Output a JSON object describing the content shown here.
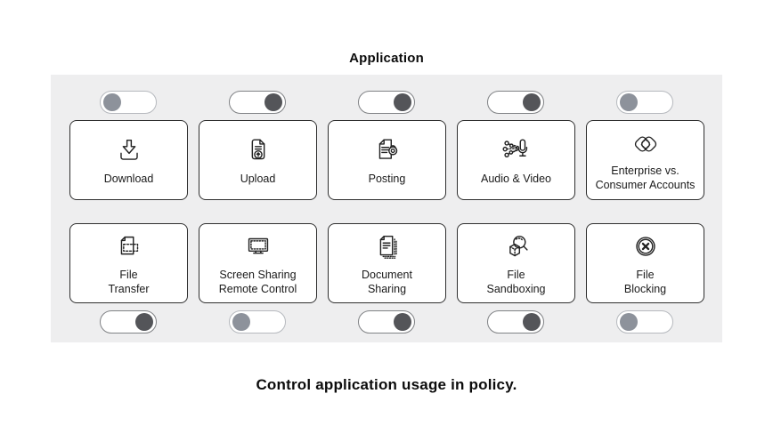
{
  "header": {
    "title": "Application"
  },
  "caption": "Control application usage in policy.",
  "colors": {
    "panel_bg": "#eeeeef",
    "card_bg": "#ffffff",
    "card_border": "#2f2f2f",
    "toggle_on_knob": "#545559",
    "toggle_off_knob": "#8d929b",
    "text": "#1a1a1a"
  },
  "cards": {
    "row1": [
      {
        "label": "Download",
        "icon": "download-icon",
        "toggle": "off"
      },
      {
        "label": "Upload",
        "icon": "upload-icon",
        "toggle": "on"
      },
      {
        "label": "Posting",
        "icon": "posting-icon",
        "toggle": "on"
      },
      {
        "label": "Audio & Video",
        "icon": "audio-video-icon",
        "toggle": "on"
      },
      {
        "label": "Enterprise vs.\nConsumer Accounts",
        "icon": "enterprise-accounts-icon",
        "toggle": "off"
      }
    ],
    "row2": [
      {
        "label": "File\nTransfer",
        "icon": "file-transfer-icon",
        "toggle": "on"
      },
      {
        "label": "Screen Sharing\nRemote Control",
        "icon": "screen-sharing-icon",
        "toggle": "off"
      },
      {
        "label": "Document\nSharing",
        "icon": "document-sharing-icon",
        "toggle": "on"
      },
      {
        "label": "File\nSandboxing",
        "icon": "file-sandboxing-icon",
        "toggle": "on"
      },
      {
        "label": "File\nBlocking",
        "icon": "file-blocking-icon",
        "toggle": "off"
      }
    ]
  }
}
